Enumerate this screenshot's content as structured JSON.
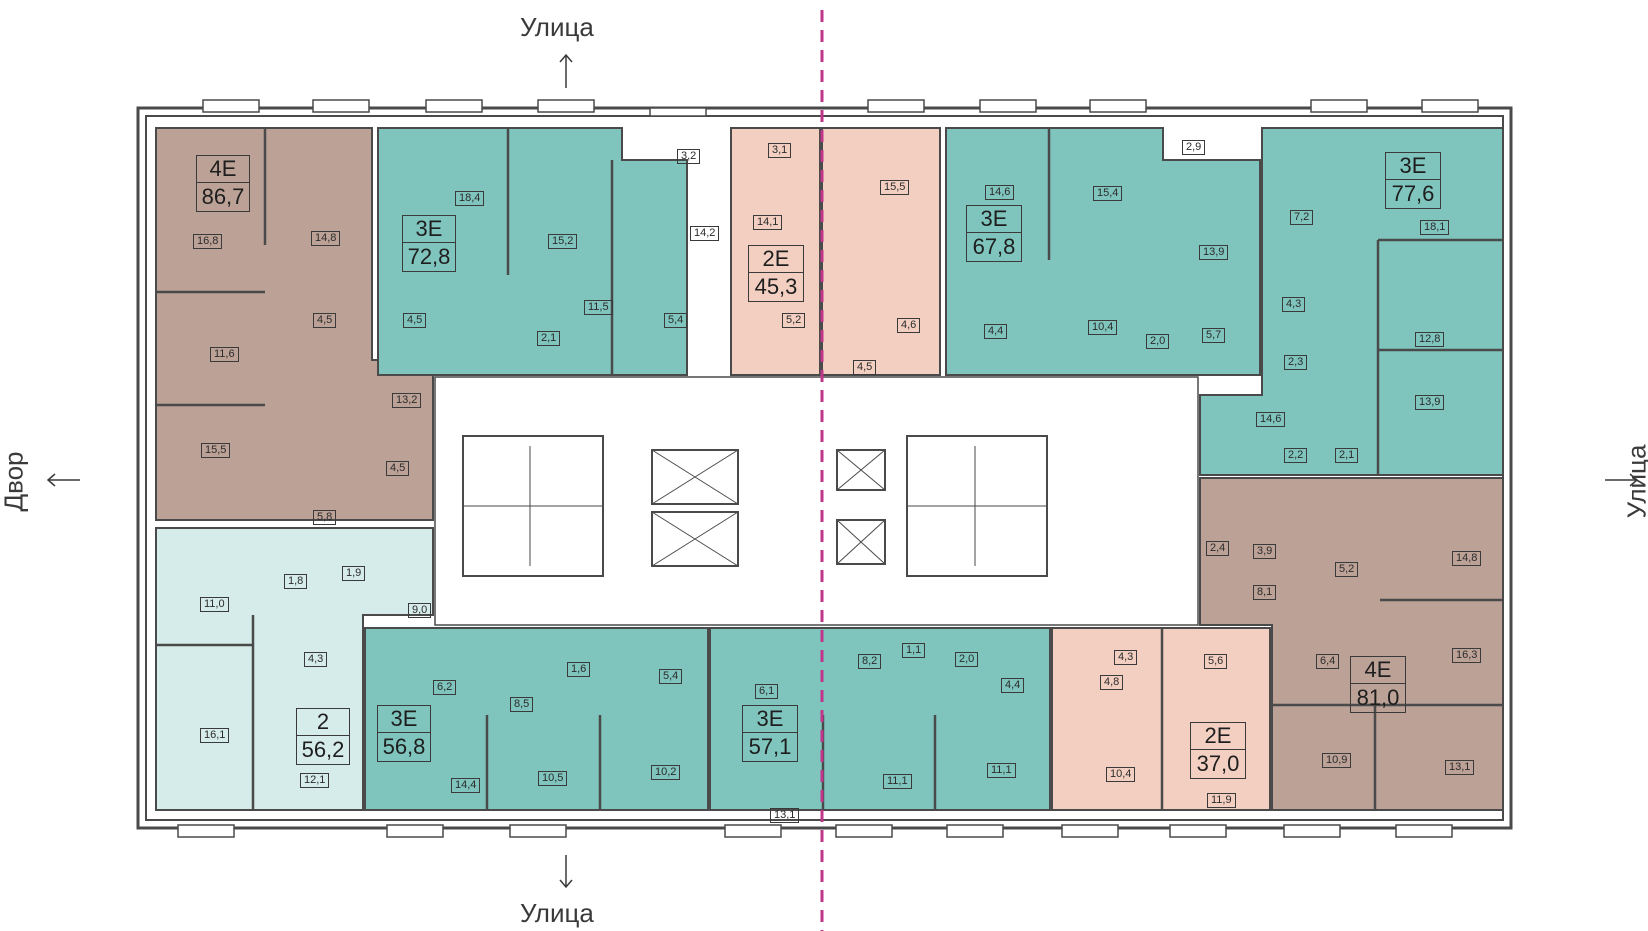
{
  "directions": {
    "top": "Улица",
    "bottom": "Улица",
    "left": "Двор",
    "right": "Улица"
  },
  "colors": {
    "teal": "#7fc4bd",
    "brown": "#bba196",
    "pink": "#f2cfc1",
    "light_teal": "#d6ecea",
    "wall": "#4a4a4a",
    "axis": "#c0368a"
  },
  "apartments": [
    {
      "id": "a1",
      "type": "4Е",
      "area": "86,7"
    },
    {
      "id": "a2",
      "type": "3Е",
      "area": "72,8"
    },
    {
      "id": "a3",
      "type": "2Е",
      "area": "45,3"
    },
    {
      "id": "a4",
      "type": "3Е",
      "area": "67,8"
    },
    {
      "id": "a5",
      "type": "3Е",
      "area": "77,6"
    },
    {
      "id": "a6",
      "type": "2",
      "area": "56,2"
    },
    {
      "id": "a7",
      "type": "3Е",
      "area": "56,8"
    },
    {
      "id": "a8",
      "type": "3Е",
      "area": "57,1"
    },
    {
      "id": "a9",
      "type": "2Е",
      "area": "37,0"
    },
    {
      "id": "a10",
      "type": "4Е",
      "area": "81,0"
    }
  ],
  "rooms": [
    "16,8",
    "14,8",
    "11,6",
    "4,5",
    "15,5",
    "13,2",
    "4,5",
    "5,8",
    "18,4",
    "4,5",
    "15,2",
    "11,5",
    "2,1",
    "3,2",
    "14,2",
    "5,4",
    "3,1",
    "14,1",
    "5,2",
    "15,5",
    "4,6",
    "4,5",
    "14,6",
    "4,4",
    "15,4",
    "10,4",
    "2,9",
    "13,9",
    "2,0",
    "5,7",
    "7,2",
    "18,1",
    "4,3",
    "2,3",
    "12,8",
    "14,6",
    "2,2",
    "2,1",
    "13,9",
    "11,0",
    "1,8",
    "1,9",
    "9,0",
    "4,3",
    "16,1",
    "12,1",
    "6,2",
    "8,5",
    "14,4",
    "1,6",
    "5,4",
    "10,5",
    "10,2",
    "6,1",
    "13,1",
    "8,2",
    "1,1",
    "2,0",
    "4,4",
    "11,1",
    "11,1",
    "4,3",
    "5,6",
    "4,8",
    "10,4",
    "11,9",
    "2,4",
    "3,9",
    "5,2",
    "14,8",
    "8,1",
    "6,4",
    "16,3",
    "10,9",
    "13,1"
  ]
}
